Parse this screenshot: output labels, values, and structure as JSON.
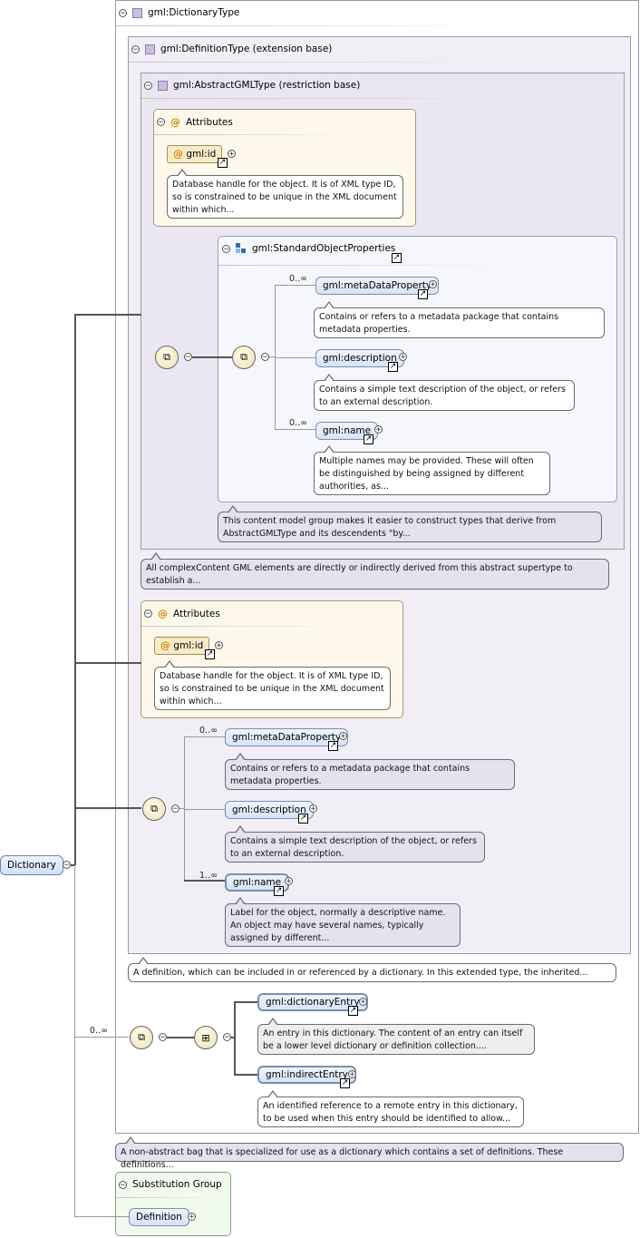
{
  "root": {
    "label": "Dictionary"
  },
  "dictionary_type": {
    "label": "gml:DictionaryType"
  },
  "definition_type": {
    "label": "gml:DefinitionType (extension base)"
  },
  "abstract_gml_type": {
    "label": "gml:AbstractGMLType (restriction base)"
  },
  "attributes_1": {
    "label": "Attributes",
    "id_label": "gml:id",
    "id_note": "Database handle for the object. It is of XML type ID, so is constrained to be unique in the XML document within which..."
  },
  "standard_object_properties": {
    "label": "gml:StandardObjectProperties",
    "meta_card": "0..∞",
    "meta_label": "gml:metaDataProperty",
    "meta_note": "Contains or refers to a metadata package that contains metadata properties.",
    "desc_label": "gml:description",
    "desc_note": "Contains a simple text description of the object, or refers to an external description.",
    "name_card": "0..∞",
    "name_label": "gml:name",
    "name_note": "Multiple names may be provided. These will often be distinguished by being assigned by different authorities, as...",
    "group_note": "This content model group makes it easier to construct types that derive from AbstractGMLType and its descendents \"by..."
  },
  "abstract_note": "All complexContent GML elements are directly or indirectly derived from this abstract supertype to establish a...",
  "attributes_2": {
    "label": "Attributes",
    "id_label": "gml:id",
    "id_note": "Database handle for the object. It is of XML type ID, so is constrained to be unique in the XML document within which..."
  },
  "definition_seq": {
    "meta_card": "0..∞",
    "meta_label": "gml:metaDataProperty",
    "meta_note": "Contains or refers to a metadata package that contains metadata properties.",
    "desc_label": "gml:description",
    "desc_note": "Contains a simple text description of the object, or refers to an external description.",
    "name_card": "1..∞",
    "name_label": "gml:name",
    "name_note": "Label for the object, normally a descriptive name. An object may have several names, typically assigned by different..."
  },
  "definition_note": "A definition, which can be included in or referenced by a dictionary. In this extended type, the inherited...",
  "dictionary_seq": {
    "card": "0..∞",
    "entry_label": "gml:dictionaryEntry",
    "entry_note": "An entry in this dictionary. The content of an entry can itself be a lower level dictionary or definition collection....",
    "indirect_label": "gml:indirectEntry",
    "indirect_note": "An identified reference to a remote entry in this dictionary, to be used when this entry should be identified to allow..."
  },
  "dictionary_note": "A non-abstract bag that is specialized for use as a dictionary which contains a set of definitions. These definitions...",
  "substitution_group": {
    "label": "Substitution Group",
    "item": "Definition"
  },
  "icons": {
    "minus": "−",
    "plus": "+",
    "ref": "↗",
    "at": "@"
  }
}
